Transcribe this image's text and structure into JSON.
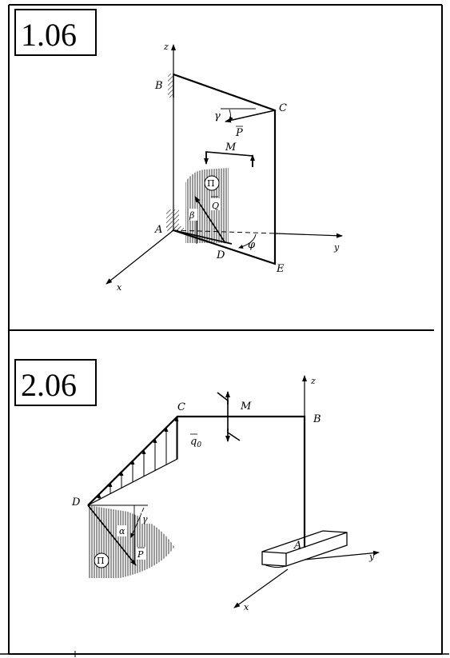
{
  "problems": [
    {
      "title": "1.06",
      "labels": {
        "z": "z",
        "y": "y",
        "x": "x",
        "B": "B",
        "C": "C",
        "A": "A",
        "D": "D",
        "E": "E",
        "gamma": "γ",
        "P": "P",
        "M": "M",
        "Pi": "Π",
        "Q": "Q",
        "beta": "β",
        "phi": "φ"
      }
    },
    {
      "title": "2.06",
      "labels": {
        "z": "z",
        "y": "y",
        "x": "x",
        "C": "C",
        "B": "B",
        "A": "A",
        "D": "D",
        "M": "M",
        "q0": "q",
        "q0_sub": "0",
        "alpha": "α",
        "gamma": "γ",
        "P": "P",
        "Pi": "Π"
      }
    }
  ]
}
